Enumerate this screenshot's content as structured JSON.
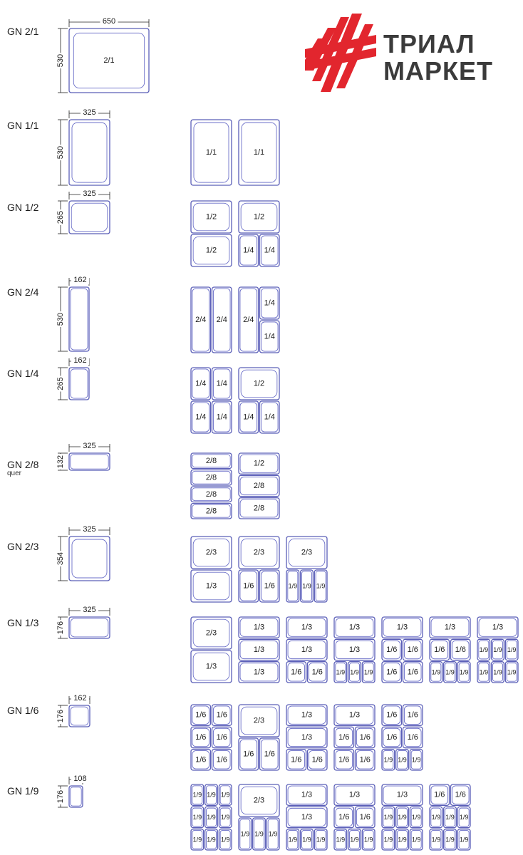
{
  "brand": {
    "line1": "ТРИАЛ",
    "line2": "МАРКЕТ",
    "logo_color": "#e2262e",
    "text_color": "#3b3b3b"
  },
  "colors": {
    "outline": "#5b5fb8",
    "inner": "#6b6fc8",
    "dim": "#222222"
  },
  "rows": [
    {
      "label": "GN 2/1",
      "sub": "",
      "width_dim": "650",
      "height_dim": "530",
      "pan_label": "2/1",
      "combos": []
    },
    {
      "label": "GN 1/1",
      "sub": "",
      "width_dim": "325",
      "height_dim": "530",
      "pan_label": "",
      "combos": [
        [
          [
            "1/1"
          ]
        ],
        [
          [
            "1/1"
          ]
        ]
      ]
    },
    {
      "label": "GN 1/2",
      "sub": "",
      "width_dim": "325",
      "height_dim": "265",
      "pan_label": "",
      "combos": [
        [
          [
            "1/2"
          ],
          [
            "1/2"
          ]
        ],
        [
          [
            "1/2"
          ],
          [
            "1/4",
            "1/4"
          ]
        ]
      ]
    },
    {
      "label": "GN 2/4",
      "sub": "",
      "width_dim": "162",
      "height_dim": "530",
      "pan_label": "",
      "combos": [
        [
          [
            "2/4",
            "2/4"
          ]
        ],
        [
          [
            "2/4",
            [
              "1/4",
              "1/4"
            ]
          ]
        ]
      ]
    },
    {
      "label": "GN 1/4",
      "sub": "",
      "width_dim": "162",
      "height_dim": "265",
      "pan_label": "",
      "combos": [
        [
          [
            "1/4",
            "1/4"
          ],
          [
            "1/4",
            "1/4"
          ]
        ],
        [
          [
            "1/2"
          ],
          [
            "1/4",
            "1/4"
          ]
        ]
      ]
    },
    {
      "label": "GN 2/8",
      "sub": "quer",
      "width_dim": "325",
      "height_dim": "132",
      "pan_label": "",
      "combos": [
        [
          [
            "2/8"
          ],
          [
            "2/8"
          ],
          [
            "2/8"
          ],
          [
            "2/8"
          ]
        ],
        [
          [
            "1/2"
          ],
          [
            "2/8"
          ],
          [
            "2/8"
          ]
        ]
      ]
    },
    {
      "label": "GN 2/3",
      "sub": "",
      "width_dim": "325",
      "height_dim": "354",
      "pan_label": "",
      "combos": [
        [
          [
            "2/3"
          ],
          [
            "1/3"
          ]
        ],
        [
          [
            "2/3"
          ],
          [
            "1/6",
            "1/6"
          ]
        ],
        [
          [
            "2/3"
          ],
          [
            "1/9",
            "1/9",
            "1/9"
          ]
        ]
      ]
    },
    {
      "label": "GN 1/3",
      "sub": "",
      "width_dim": "325",
      "height_dim": "176",
      "pan_label": "",
      "combos": [
        [
          [
            "2/3"
          ],
          [
            "1/3"
          ]
        ],
        [
          [
            "1/3"
          ],
          [
            "1/3"
          ],
          [
            "1/3"
          ]
        ],
        [
          [
            "1/3"
          ],
          [
            "1/3"
          ],
          [
            "1/6",
            "1/6"
          ]
        ],
        [
          [
            "1/3"
          ],
          [
            "1/3"
          ],
          [
            "1/9",
            "1/9",
            "1/9"
          ]
        ],
        [
          [
            "1/3"
          ],
          [
            "1/6",
            "1/6"
          ],
          [
            "1/6",
            "1/6"
          ]
        ],
        [
          [
            "1/3"
          ],
          [
            "1/6",
            "1/6"
          ],
          [
            "1/9",
            "1/9",
            "1/9"
          ]
        ],
        [
          [
            "1/3"
          ],
          [
            "1/9",
            "1/9",
            "1/9"
          ],
          [
            "1/9",
            "1/9",
            "1/9"
          ]
        ]
      ]
    },
    {
      "label": "GN 1/6",
      "sub": "",
      "width_dim": "162",
      "height_dim": "176",
      "pan_label": "",
      "combos": [
        [
          [
            "1/6",
            "1/6"
          ],
          [
            "1/6",
            "1/6"
          ],
          [
            "1/6",
            "1/6"
          ]
        ],
        [
          [
            "2/3"
          ],
          [
            "1/6",
            "1/6"
          ]
        ],
        [
          [
            "1/3"
          ],
          [
            "1/3"
          ],
          [
            "1/6",
            "1/6"
          ]
        ],
        [
          [
            "1/3"
          ],
          [
            "1/6",
            "1/6"
          ],
          [
            "1/6",
            "1/6"
          ]
        ],
        [
          [
            "1/6",
            "1/6"
          ],
          [
            "1/6",
            "1/6"
          ],
          [
            "1/9",
            "1/9",
            "1/9"
          ]
        ]
      ]
    },
    {
      "label": "GN 1/9",
      "sub": "",
      "width_dim": "108",
      "height_dim": "176",
      "pan_label": "",
      "combos": [
        [
          [
            "1/9",
            "1/9",
            "1/9"
          ],
          [
            "1/9",
            "1/9",
            "1/9"
          ],
          [
            "1/9",
            "1/9",
            "1/9"
          ]
        ],
        [
          [
            "2/3"
          ],
          [
            "1/9",
            "1/9",
            "1/9"
          ]
        ],
        [
          [
            "1/3"
          ],
          [
            "1/3"
          ],
          [
            "1/9",
            "1/9",
            "1/9"
          ]
        ],
        [
          [
            "1/3"
          ],
          [
            "1/6",
            "1/6"
          ],
          [
            "1/9",
            "1/9",
            "1/9"
          ]
        ],
        [
          [
            "1/3"
          ],
          [
            "1/9",
            "1/9",
            "1/9"
          ],
          [
            "1/9",
            "1/9",
            "1/9"
          ]
        ],
        [
          [
            "1/6",
            "1/6"
          ],
          [
            "1/9",
            "1/9",
            "1/9"
          ],
          [
            "1/9",
            "1/9",
            "1/9"
          ]
        ]
      ]
    }
  ]
}
